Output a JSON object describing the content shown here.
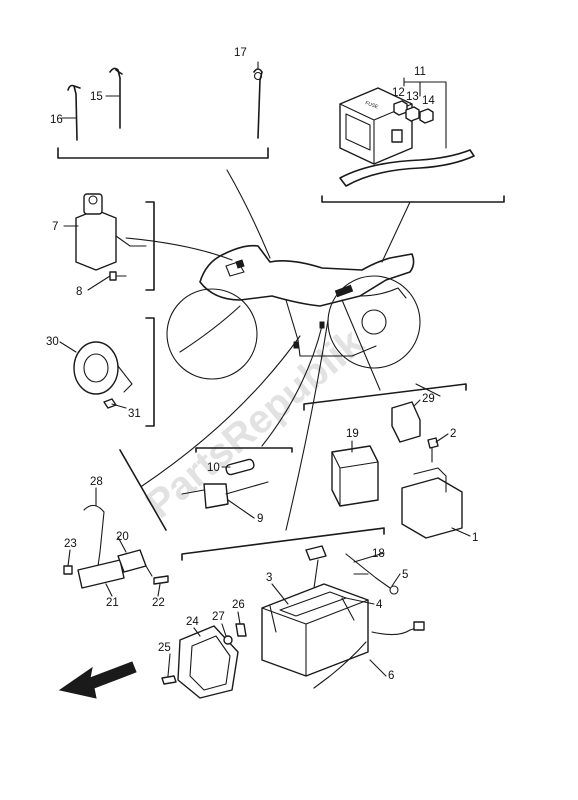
{
  "watermark": "PartsRepublik",
  "fuse_box_label": "FUSE",
  "callouts": {
    "c1": "1",
    "c2": "2",
    "c3": "3",
    "c4": "4",
    "c5": "5",
    "c6": "6",
    "c7": "7",
    "c8": "8",
    "c9": "9",
    "c10": "10",
    "c11": "11",
    "c12": "12",
    "c13": "13",
    "c14": "14",
    "c15": "15",
    "c16": "16",
    "c17": "17",
    "c18": "18",
    "c19": "19",
    "c20": "20",
    "c21": "21",
    "c22": "22",
    "c23": "23",
    "c24": "24",
    "c25": "25",
    "c26": "26",
    "c27": "27",
    "c28": "28",
    "c29": "29",
    "c30": "30",
    "c31": "31"
  }
}
